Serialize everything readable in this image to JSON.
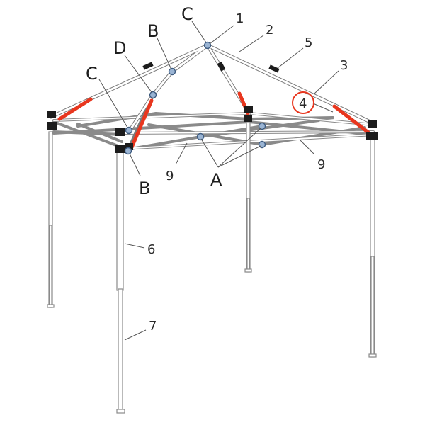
{
  "callouts": {
    "letters": {
      "a": "A",
      "b_top": "B",
      "b_bottom": "B",
      "c_top": "C",
      "c_left": "C",
      "d": "D"
    },
    "numbers": {
      "n1": "1",
      "n2": "2",
      "n3": "3",
      "n4": "4",
      "n5": "5",
      "n6": "6",
      "n7": "7",
      "n9_left": "9",
      "n9_right": "9"
    }
  },
  "colors": {
    "frame": "#7a7a7a",
    "strap": "#e8361e",
    "clip": "#1c1c1c",
    "joint_fill": "#9ab4d3",
    "joint_stroke": "#3d5b80",
    "highlight": "#e8361e"
  }
}
